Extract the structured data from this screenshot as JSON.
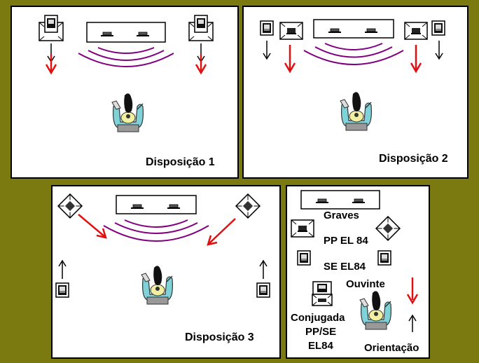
{
  "colors": {
    "background": "#7b7a10",
    "panel": "#ffffff",
    "arc": "#800080",
    "arrow_main": "#e01010",
    "arrow_small": "#000000",
    "chair": "#7fd3d8"
  },
  "panels": [
    {
      "title": "Disposição 1"
    },
    {
      "title": "Disposição 2"
    },
    {
      "title": "Disposição 3"
    }
  ],
  "legend": {
    "bass": "Graves",
    "pp": "PP EL 84",
    "se": "SE EL84",
    "listener": "Ouvinte",
    "combined_1": "Conjugada",
    "combined_2": "PP/SE",
    "combined_3": "EL84",
    "orientation": "Orientação"
  }
}
